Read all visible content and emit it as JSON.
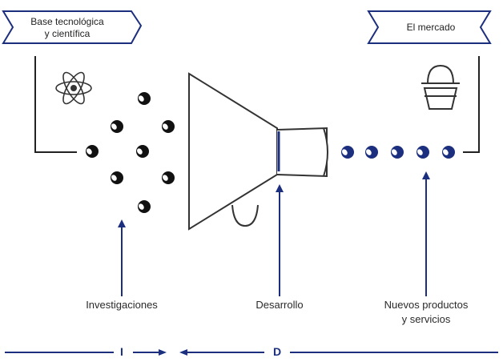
{
  "banners": {
    "left": {
      "line1": "Base tecnológica",
      "line2": "y científica"
    },
    "right": {
      "label": "El mercado"
    }
  },
  "labels": {
    "research": "Investigaciones",
    "development": "Desarrollo",
    "products_line1": "Nuevos productos",
    "products_line2": "y servicios"
  },
  "axis": {
    "i": "I",
    "d": "D"
  },
  "icons": {
    "left": "atom-icon",
    "right": "basket-icon"
  },
  "colors": {
    "navy": "#1c2f7e",
    "black": "#111111",
    "outline": "#333333"
  }
}
